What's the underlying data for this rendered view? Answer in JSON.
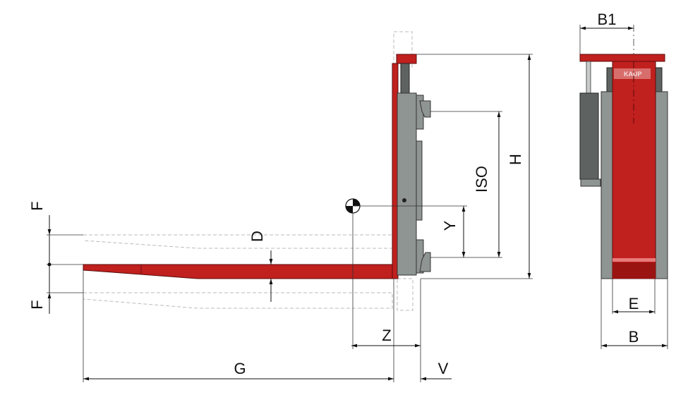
{
  "dimensions": {
    "F_top": "F",
    "F_bottom": "F",
    "D": "D",
    "G": "G",
    "Z": "Z",
    "V": "V",
    "Y": "Y",
    "ISO": "ISO",
    "H": "H",
    "B1": "B1",
    "E": "E",
    "B": "B"
  },
  "logo_text": "KAUP",
  "colors": {
    "body": "#c0201e",
    "carriage": "#8f9592",
    "cylinder": "#5e6361"
  }
}
